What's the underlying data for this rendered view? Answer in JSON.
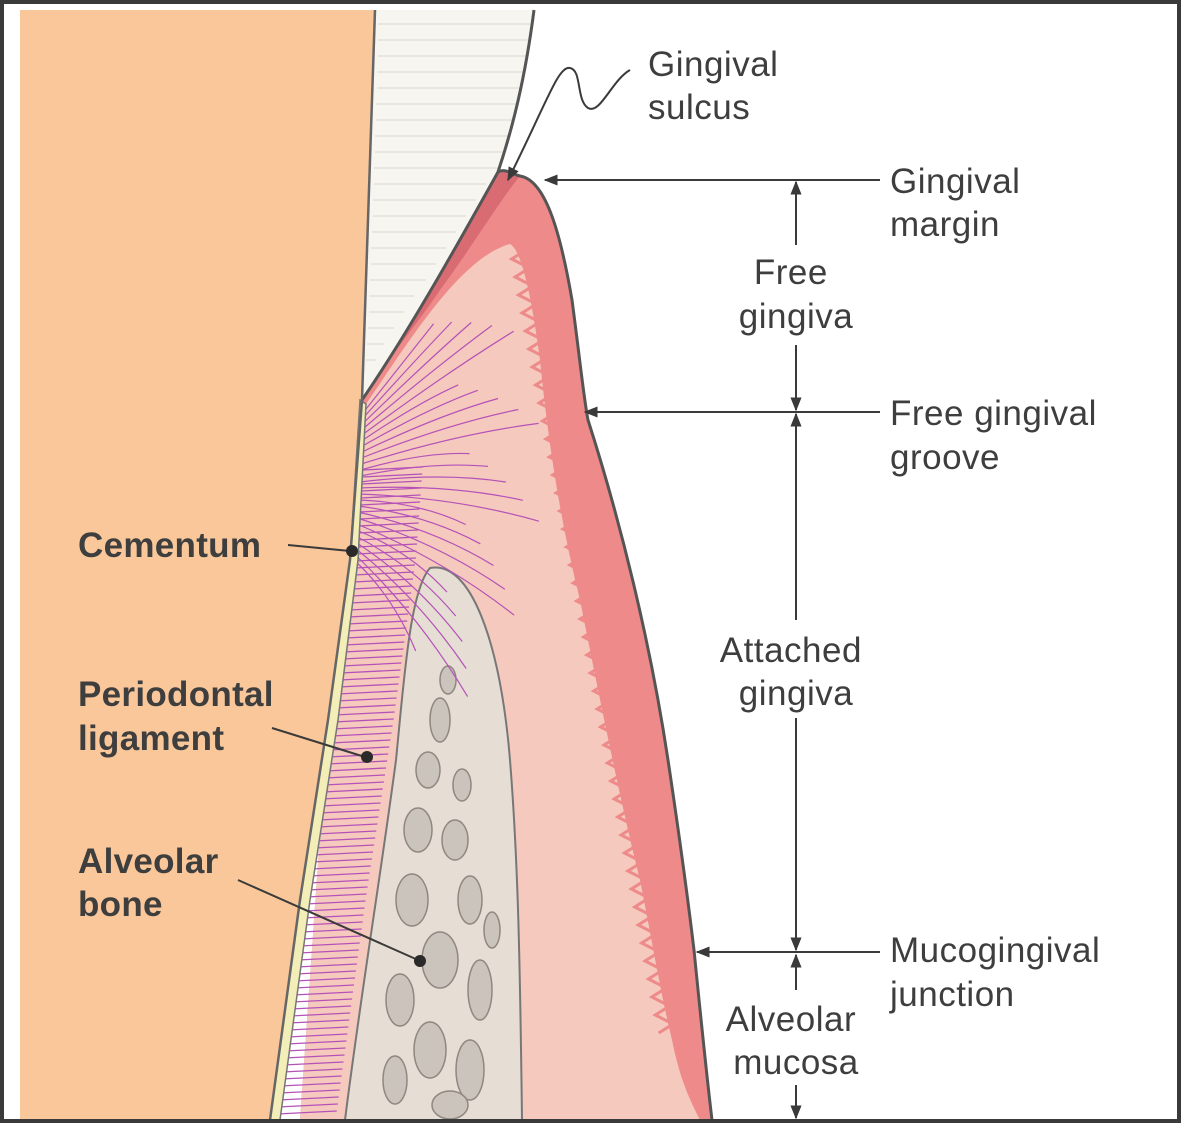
{
  "labels": {
    "gingival_sulcus": [
      "Gingival",
      "sulcus"
    ],
    "gingival_margin": [
      "Gingival",
      "margin"
    ],
    "free_gingiva": [
      "Free",
      "gingiva"
    ],
    "free_gingival_groove": [
      "Free gingival",
      "groove"
    ],
    "attached_gingiva": [
      "Attached",
      "gingiva"
    ],
    "mucogingival_junction": [
      "Mucogingival",
      "junction"
    ],
    "alveolar_mucosa": [
      "Alveolar",
      "mucosa"
    ],
    "cementum": [
      "Cementum"
    ],
    "periodontal_ligament": [
      "Periodontal",
      "ligament"
    ],
    "alveolar_bone": [
      "Alveolar",
      "bone"
    ]
  },
  "colors": {
    "tooth": "#f9c79a",
    "enamel": "#f7f5f0",
    "gingiva_outer": "#ee8a8a",
    "gingiva_inner": "#f5c9bd",
    "sulcus_epithelium": "#d96c72",
    "bone": "#e6ddd4",
    "bone_marrow": "#cbc4bd",
    "ligament_fiber": "#b552b8",
    "outline": "#555555",
    "text": "#3e3e3e"
  }
}
